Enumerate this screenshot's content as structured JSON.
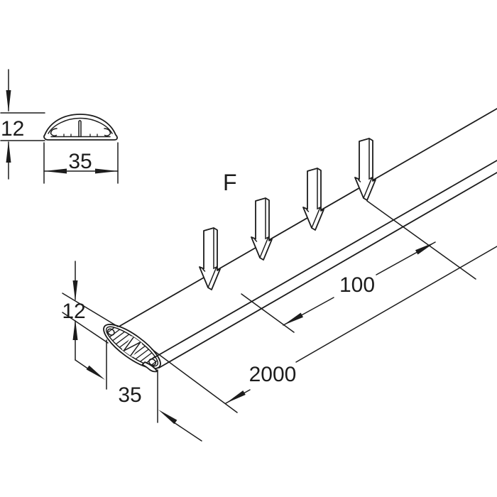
{
  "title": "Floor cable duct technical drawing",
  "labels": {
    "force": "F"
  },
  "cross_section": {
    "height": "12",
    "width": "35"
  },
  "isometric": {
    "height": "12",
    "width": "35",
    "load_spacing": "100",
    "length": "2000"
  },
  "colors": {
    "line": "#1c1c1c",
    "background": "#ffffff"
  }
}
